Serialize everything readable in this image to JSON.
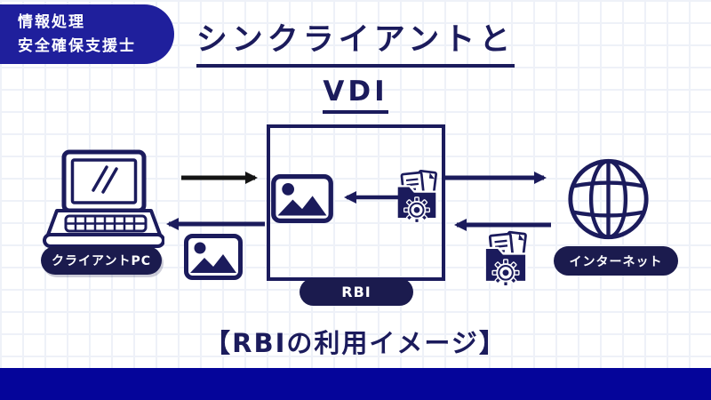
{
  "badge": {
    "line1": "情報処理",
    "line2": "安全確保支援士"
  },
  "title": {
    "line1": "シンクライアントと",
    "line2": "VDI"
  },
  "diagram": {
    "client_label": "クライアントPC",
    "server_label": "RBI",
    "internet_label": "インターネット",
    "icons": {
      "client": "laptop-icon",
      "rendered_screen": "image-icon",
      "small_transfer_left": "image-icon",
      "web_content": "folder-gear-icon",
      "internet": "globe-icon"
    }
  },
  "caption": "【RBIの利用イメージ】",
  "colors": {
    "navy": "#1b1b5c",
    "pill_navy": "#1b1b4e",
    "badge_blue": "#1f1f9c",
    "bottom_bar_blue": "#05059a",
    "arrow_black": "#141414",
    "grid_line": "#eef1f8",
    "background": "#ffffff"
  }
}
